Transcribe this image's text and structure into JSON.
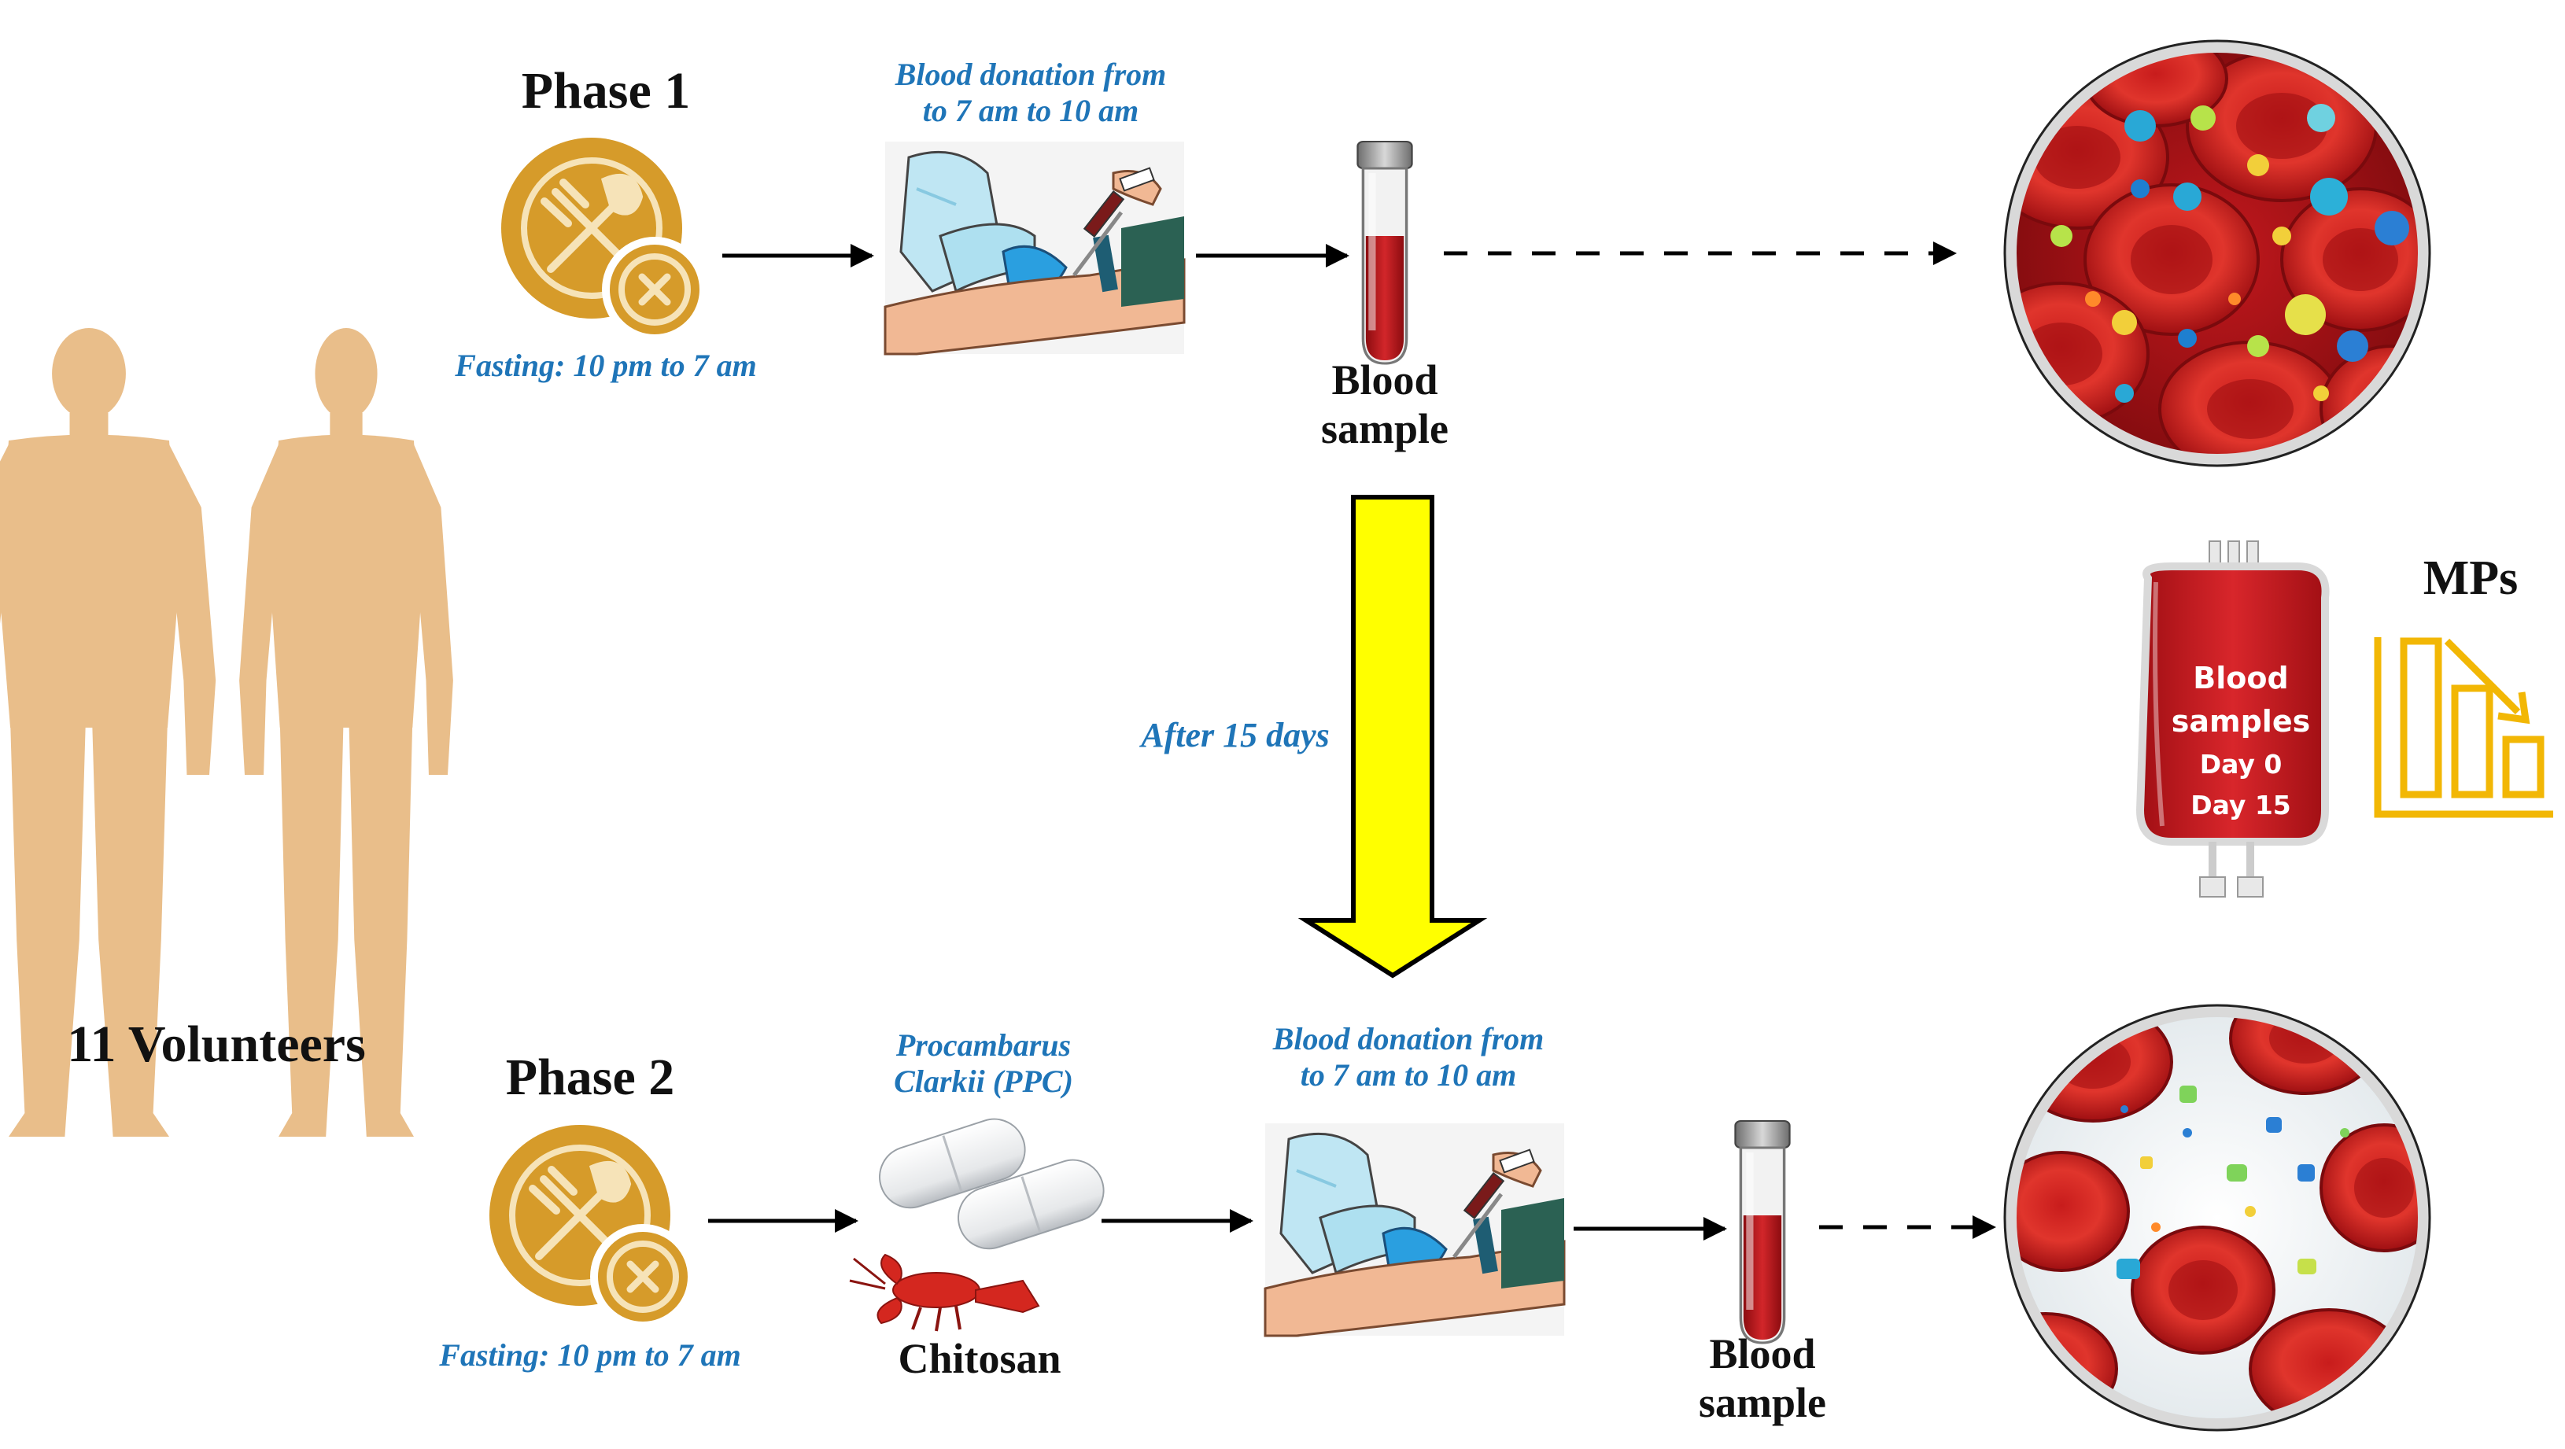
{
  "volunteers": {
    "label": "11 Volunteers"
  },
  "phase1": {
    "title": "Phase 1",
    "fasting": "Fasting: 10 pm to 7 am",
    "donation": [
      "Blood donation from",
      "to 7 am to 10 am"
    ],
    "sample": [
      "Blood",
      "sample"
    ]
  },
  "transition": {
    "label": "After 15 days"
  },
  "phase2": {
    "title": "Phase 2",
    "fasting": "Fasting: 10 pm to 7 am",
    "supplement": [
      "Procambarus",
      "Clarkii (PPC)"
    ],
    "chitosan": "Chitosan",
    "donation": [
      "Blood donation from",
      "to 7 am to 10 am"
    ],
    "sample": [
      "Blood",
      "sample"
    ]
  },
  "result": {
    "bag": [
      "Blood",
      "samples",
      "Day 0",
      "Day 15"
    ],
    "mps": "MPs"
  },
  "colors": {
    "skin": "#e9be8a",
    "gold": "#d69b2a",
    "blood": "#b3161b",
    "accent_blue": "#1f75b8",
    "arrow_yellow": "#ffff00",
    "chart_gold": "#f2b705"
  }
}
